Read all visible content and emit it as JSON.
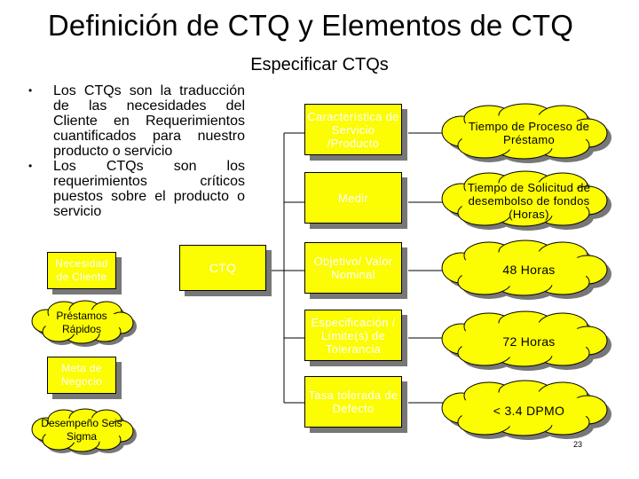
{
  "title": "Definición de CTQ y Elementos de CTQ",
  "subtitle": "Especificar CTQs",
  "bullets": [
    "Los CTQs son la traducción de las necesidades del Cliente en Requerimientos cuantificados para nuestro producto o servicio",
    "Los CTQs son los requerimientos críticos puestos sobre el producto o servicio"
  ],
  "bullet_marker": "•",
  "left_boxes": {
    "necesidad": "Necesidad de Cliente",
    "meta": "Meta de Negocio",
    "ctq": "CTQ"
  },
  "left_clouds": {
    "prestamos": "Préstamos Rápidos",
    "desempeno": "Desempeño Seis Sigma"
  },
  "elements": [
    {
      "label": "Característica de Servicio /Producto",
      "example": "Tiempo de Proceso de Préstamo"
    },
    {
      "label": "Medir",
      "example": "Tiempo de Solicitud de desembolso de fondos (Horas)"
    },
    {
      "label": "Objetivo/ Valor Nominal",
      "example": "48 Horas"
    },
    {
      "label": "Especificación / Límite(s) de Tolerancia",
      "example": "72 Horas"
    },
    {
      "label": "Tasa tolerada de Defecto",
      "example": "< 3.4 DPMO"
    }
  ],
  "page_number": "23",
  "colors": {
    "box_fill": "#fcfc02",
    "shadow": "#777777",
    "text_white": "#ffffff"
  }
}
